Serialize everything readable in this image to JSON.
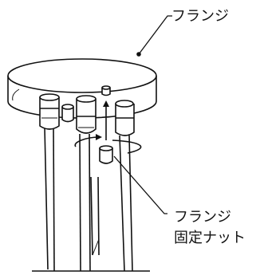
{
  "labels": {
    "flange": "フランジ",
    "nut_line1": "フランジ",
    "nut_line2": "固定ナット"
  }
}
